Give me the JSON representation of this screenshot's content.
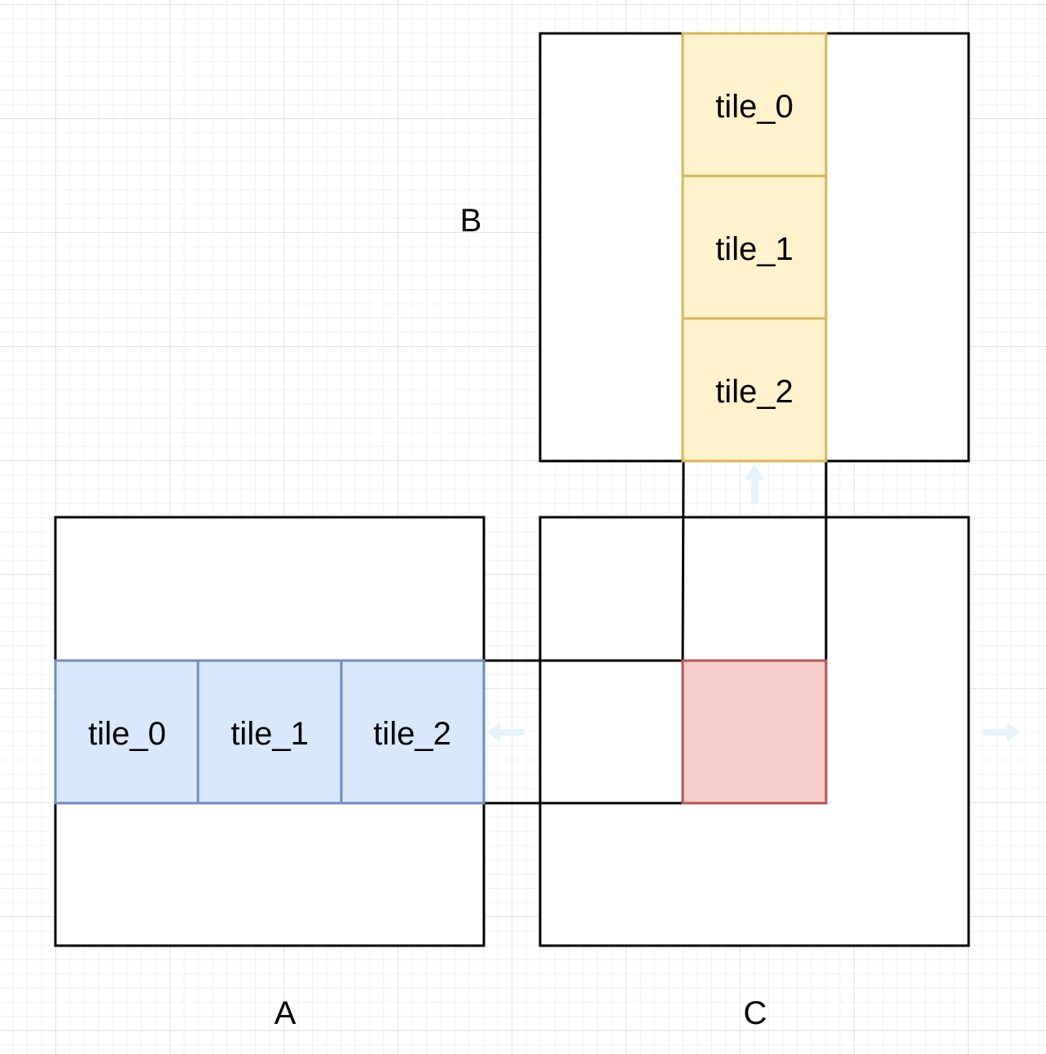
{
  "matrices": {
    "a": {
      "label": "A"
    },
    "b": {
      "label": "B"
    },
    "c": {
      "label": "C"
    }
  },
  "tiles": {
    "a": [
      "tile_0",
      "tile_1",
      "tile_2"
    ],
    "b": [
      "tile_0",
      "tile_1",
      "tile_2"
    ]
  },
  "colors": {
    "matrix_border": "#000000",
    "tile_a_fill": "#dae8fc",
    "tile_a_stroke": "#6c8ebf",
    "tile_b_fill": "#fff2cc",
    "tile_b_stroke": "#d6b656",
    "output_fill": "#f8cecc",
    "output_stroke": "#b85450",
    "arrow_faint": "#e3f2fb"
  },
  "icons": {
    "arrow_a": "arrow-left-icon",
    "arrow_b": "arrow-up-icon",
    "arrow_c": "arrow-right-icon"
  }
}
